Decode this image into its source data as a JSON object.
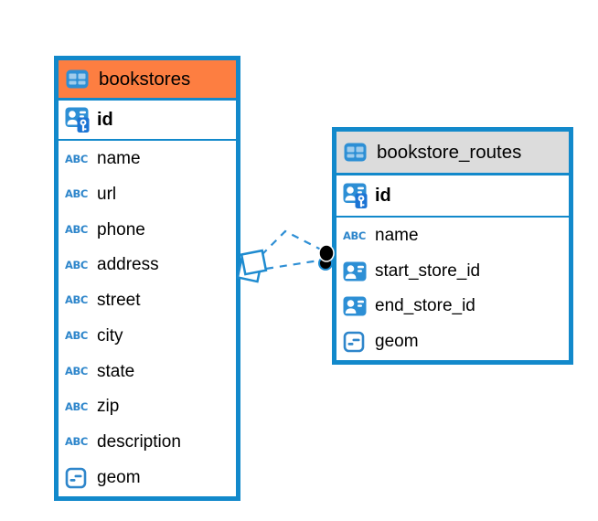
{
  "colors": {
    "table_border": "#1289CB",
    "bookstores_header_bg": "#FD7E41",
    "routes_header_bg": "#DCDCDC",
    "icon_blue": "#2D8FD5",
    "key_badge_blue": "#1B74D4",
    "relation_line": "#2E8FD5",
    "relation_dot": "#000000"
  },
  "icons": {
    "text_label": "ABC"
  },
  "tables": [
    {
      "name": "bookstores",
      "columns": [
        {
          "name": "id",
          "icon": "primary-key"
        },
        {
          "name": "name",
          "icon": "text"
        },
        {
          "name": "url",
          "icon": "text"
        },
        {
          "name": "phone",
          "icon": "text"
        },
        {
          "name": "address",
          "icon": "text"
        },
        {
          "name": "street",
          "icon": "text"
        },
        {
          "name": "city",
          "icon": "text"
        },
        {
          "name": "state",
          "icon": "text"
        },
        {
          "name": "zip",
          "icon": "text"
        },
        {
          "name": "description",
          "icon": "text"
        },
        {
          "name": "geom",
          "icon": "geometry"
        }
      ]
    },
    {
      "name": "bookstore_routes",
      "columns": [
        {
          "name": "id",
          "icon": "primary-key"
        },
        {
          "name": "name",
          "icon": "text"
        },
        {
          "name": "start_store_id",
          "icon": "foreign-key"
        },
        {
          "name": "end_store_id",
          "icon": "foreign-key"
        },
        {
          "name": "geom",
          "icon": "geometry"
        }
      ]
    }
  ],
  "relation": {
    "from_table": "bookstores",
    "to_table": "bookstore_routes",
    "style": "dashed"
  }
}
